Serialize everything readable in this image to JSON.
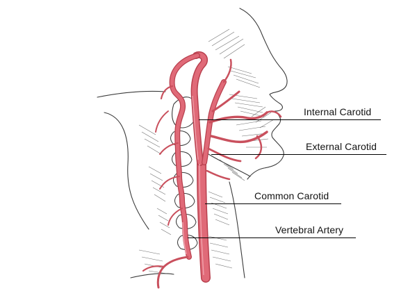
{
  "diagram": {
    "labels": {
      "internal_carotid": "Internal Carotid",
      "external_carotid": "External Carotid",
      "common_carotid": "Common Carotid",
      "vertebral_artery": "Vertebral Artery"
    },
    "colors": {
      "artery": "#e06a78",
      "artery_dark": "#b8404e",
      "ink": "#3a3a3a",
      "leader": "#000000"
    }
  }
}
